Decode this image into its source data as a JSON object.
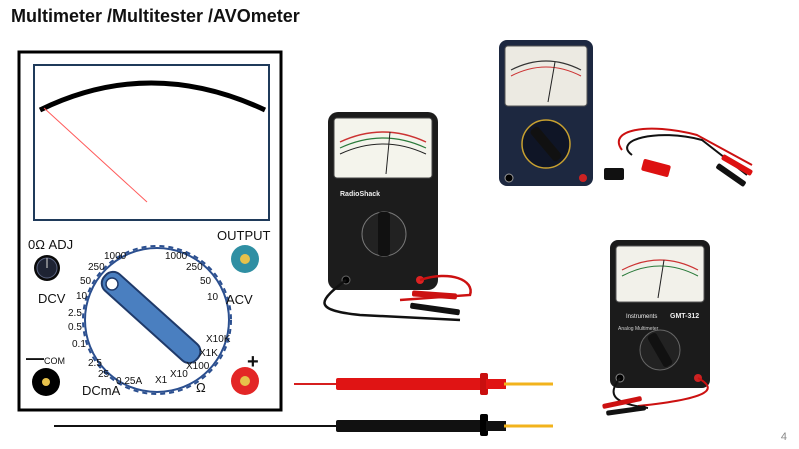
{
  "slide": {
    "title": "Multimeter /Multitester /AVOmeter",
    "page_number": "4"
  },
  "diagram": {
    "zero_adj": "0Ω ADJ",
    "output": "OUTPUT",
    "dcv": "DCV",
    "acv": "ACV",
    "dcma": "DCmA",
    "com": "COM",
    "minus": "—",
    "plus": "+",
    "ohm": "Ω",
    "dial_scale": [
      "1000",
      "250",
      "50",
      "10",
      "2.5",
      "0.5",
      "0.1",
      "2.5",
      "25",
      "0.25A",
      "X1",
      "X10",
      "X100",
      "X1K",
      "X10K",
      "10",
      "50",
      "250",
      "1000"
    ]
  },
  "photos": {
    "radioshack_brand": "RadioShack",
    "gmt_model": "GMT-312",
    "gmt_brand": "Instruments",
    "gmt_caption": "Analog Multimeter"
  },
  "colors": {
    "frame": "#000000",
    "knob_blue": "#4a7fc0",
    "output_jack": "#2f8fa3",
    "red_jack": "#e32626",
    "dial_dash": "#2b4f8f",
    "needle": "#ff5a5a"
  }
}
